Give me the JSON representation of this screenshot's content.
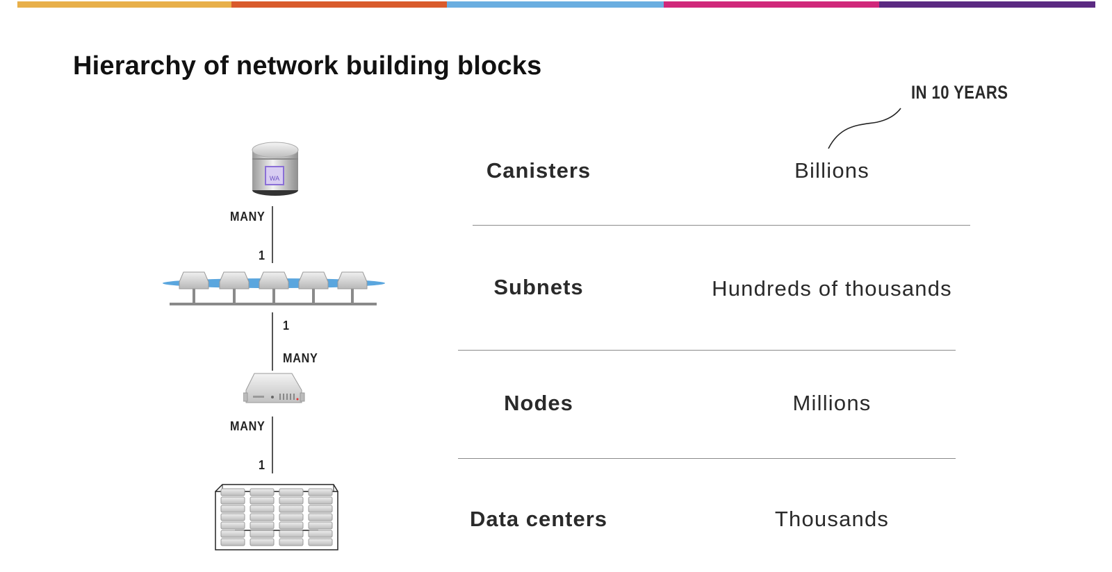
{
  "header": {
    "color_bar": [
      "#e8b04a",
      "#d95b2c",
      "#6aaee0",
      "#d0287a",
      "#5b2a82"
    ],
    "title": "Hierarchy of network building blocks"
  },
  "annotation": {
    "text": "IN 10 YEARS"
  },
  "rows": [
    {
      "name": "Canisters",
      "count": "Billions",
      "icon": "canister-icon"
    },
    {
      "name": "Subnets",
      "count": "Hundreds of thousands",
      "icon": "subnet-icon"
    },
    {
      "name": "Nodes",
      "count": "Millions",
      "icon": "node-server-icon"
    },
    {
      "name": "Data centers",
      "count": "Thousands",
      "icon": "data-center-icon"
    }
  ],
  "links": [
    {
      "from": "Canisters",
      "to": "Subnets",
      "upper": "MANY",
      "lower": "1"
    },
    {
      "from": "Subnets",
      "to": "Nodes",
      "upper": "1",
      "lower": "MANY"
    },
    {
      "from": "Nodes",
      "to": "Data centers",
      "upper": "MANY",
      "lower": "1"
    }
  ],
  "canister_badge": "WA"
}
